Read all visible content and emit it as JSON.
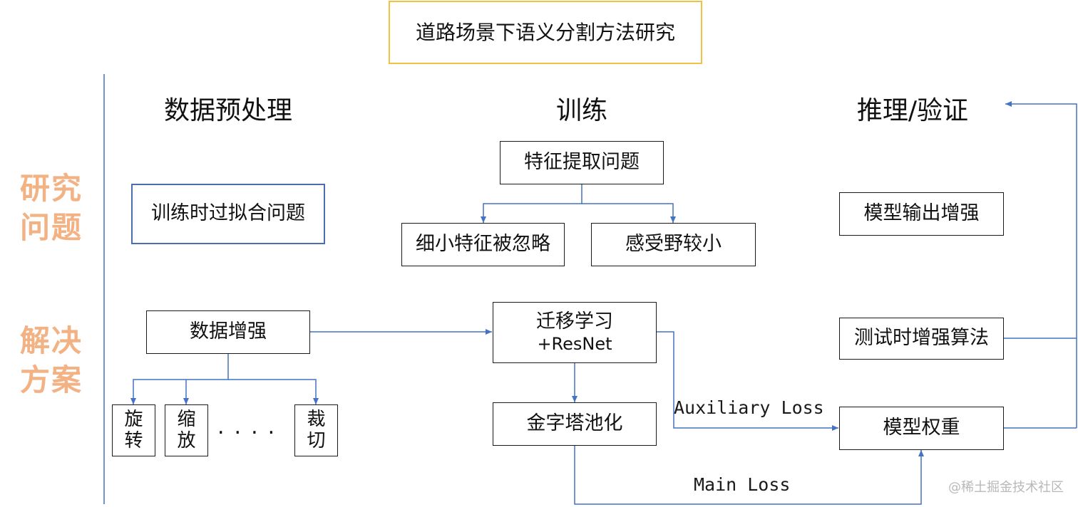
{
  "title": "道路场景下语义分割方法研究",
  "columns": {
    "preprocess": "数据预处理",
    "train": "训练",
    "infer": "推理/验证"
  },
  "rows": {
    "research_problem": [
      "研究",
      "问题"
    ],
    "solution": [
      "解决",
      "方案"
    ]
  },
  "problems": {
    "overfit": "训练时过拟合问题",
    "feature_extraction": "特征提取问题",
    "small_feature_ignored": "细小特征被忽略",
    "small_receptive_field": "感受野较小",
    "output_enhance": "模型输出增强"
  },
  "solutions": {
    "data_aug": "数据增强",
    "aug_ops": [
      {
        "line1": "旋",
        "line2": "转"
      },
      {
        "line1": "缩",
        "line2": "放"
      },
      {
        "line1": "裁",
        "line2": "切"
      }
    ],
    "ellipsis": "....",
    "transfer_line1": "迁移学习",
    "transfer_line2": "+ResNet",
    "pyramid_pool": "金字塔池化",
    "tta": "测试时增强算法",
    "model_weights": "模型权重"
  },
  "edges": {
    "aux_loss": "Auxiliary Loss",
    "main_loss": "Main Loss"
  },
  "watermark": "@稀土掘金技术社区",
  "colors": {
    "connector": "#4472c4",
    "title_border": "#f2c043",
    "row_label": "#f2b284"
  }
}
